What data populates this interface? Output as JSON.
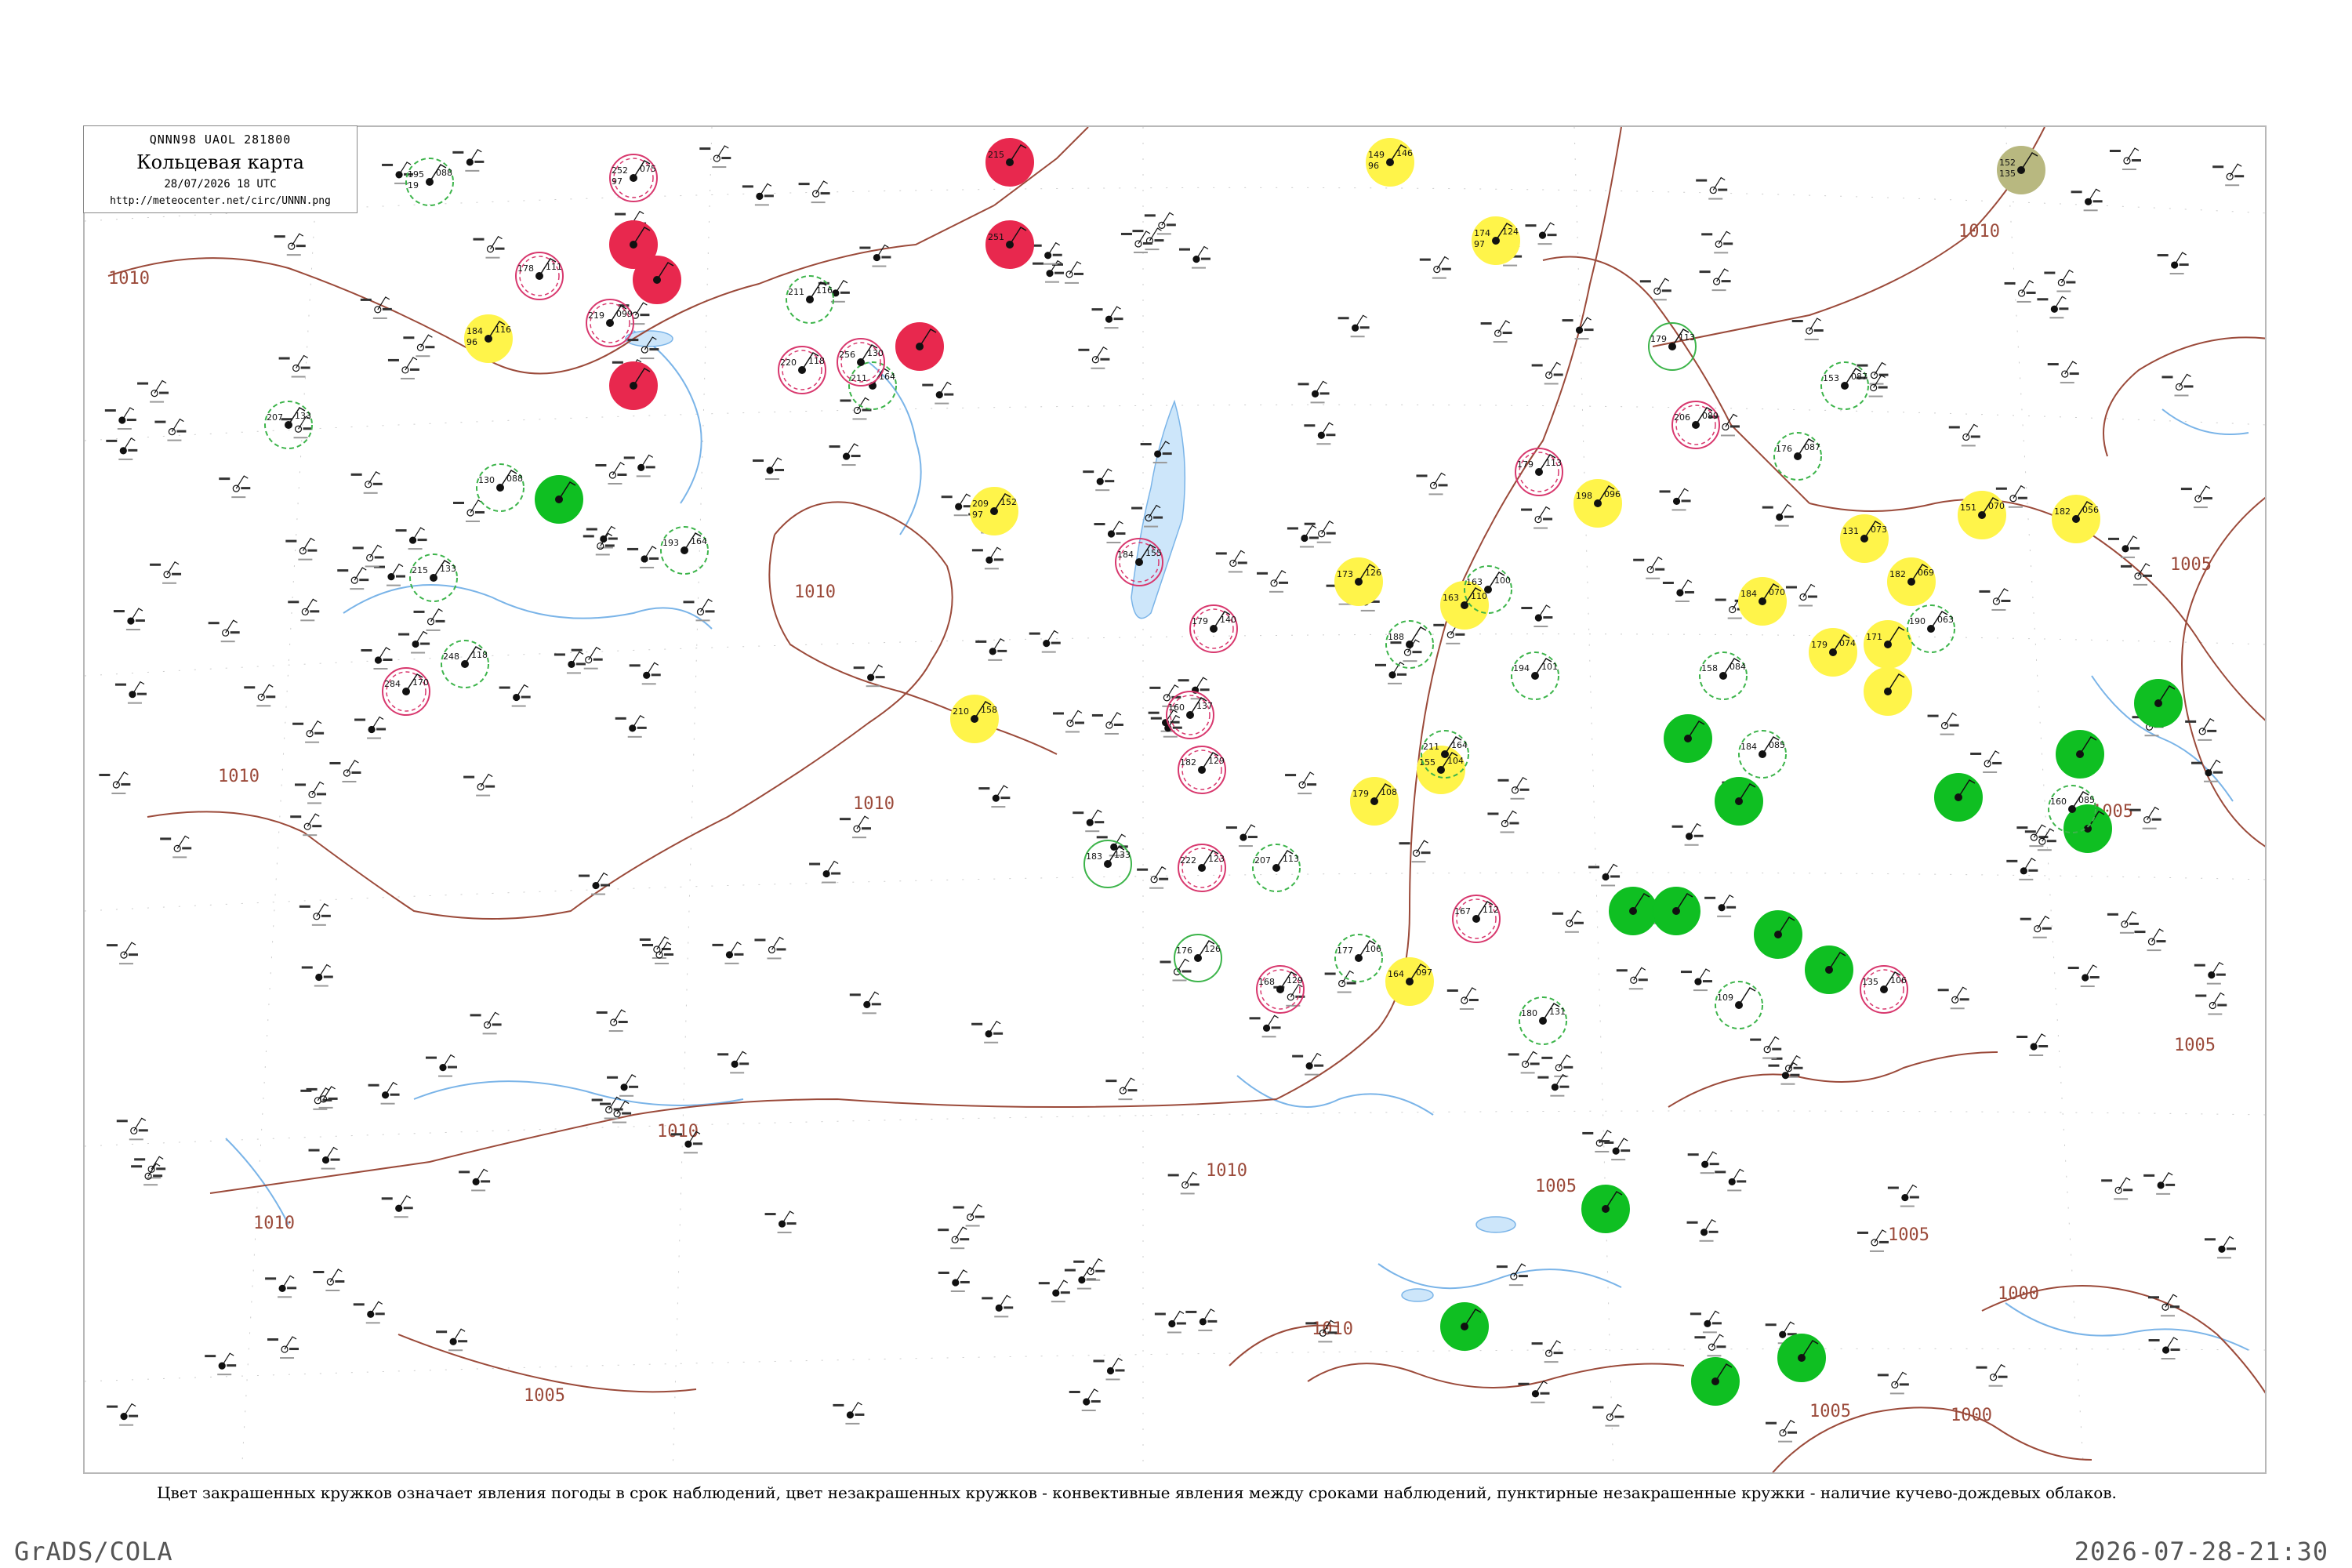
{
  "title_box": {
    "header": "QNNN98  UAOL  281800",
    "title": "Кольцевая карта",
    "date": "28/07/2026 18 UTC",
    "url": "http://meteocenter.net/circ/UNNN.png"
  },
  "caption": "Цвет закрашенных кружков означает явления погоды в срок наблюдений, цвет незакрашенных кружков - конвективные явления между сроками наблюдений, пунктирные незакрашенные кружки - наличие кучево-дождевых облаков.",
  "footer": {
    "left": "GrADS/COLA",
    "right": "2026-07-28-21:30"
  },
  "colors": {
    "isobar": "#9b4a3a",
    "river": "#7ab4e8",
    "filled_red": "#e8284e",
    "filled_green": "#0fbf22",
    "filled_yellow": "#fff44a",
    "filled_olive": "#b8b880",
    "ring_red": "#d8386e",
    "ring_green": "#3cb44a"
  },
  "isobar_labels": [
    {
      "text": "1010",
      "id": "iso-nw"
    },
    {
      "text": "1010",
      "id": "iso-w"
    },
    {
      "text": "1010",
      "id": "iso-c1"
    },
    {
      "text": "1010",
      "id": "iso-c2"
    },
    {
      "text": "1010",
      "id": "iso-s1"
    },
    {
      "text": "1010",
      "id": "iso-s2"
    },
    {
      "text": "1010",
      "id": "iso-s3"
    },
    {
      "text": "1010",
      "id": "iso-se"
    },
    {
      "text": "1010",
      "id": "iso-ne"
    },
    {
      "text": "1005",
      "id": "iso-sw"
    },
    {
      "text": "1005",
      "id": "iso-e1"
    },
    {
      "text": "1005",
      "id": "iso-e2"
    },
    {
      "text": "1005",
      "id": "iso-e3"
    },
    {
      "text": "1005",
      "id": "iso-e4"
    },
    {
      "text": "1005",
      "id": "iso-e5"
    },
    {
      "text": "1005",
      "id": "iso-s4"
    },
    {
      "text": "1000",
      "id": "iso-se2"
    },
    {
      "text": "1000",
      "id": "iso-se3"
    }
  ],
  "stations": [
    {
      "id": "st1",
      "p": "195",
      "t": "19",
      "ptend": "088",
      "style": "ring-green-dash"
    },
    {
      "id": "st2",
      "p": "252",
      "t": "97",
      "ptend": "075",
      "style": "ring-red"
    },
    {
      "id": "st3",
      "p": "215",
      "t": "",
      "ptend": "",
      "style": "filled-red"
    },
    {
      "id": "st4",
      "p": "251",
      "t": "",
      "ptend": "",
      "style": "filled-red"
    },
    {
      "id": "st5",
      "p": "",
      "t": "",
      "ptend": "",
      "style": "filled-red"
    },
    {
      "id": "st6",
      "p": "",
      "t": "",
      "ptend": "",
      "style": "filled-red"
    },
    {
      "id": "st7",
      "p": "",
      "t": "",
      "ptend": "",
      "style": "filled-red"
    },
    {
      "id": "st8",
      "p": "",
      "t": "",
      "ptend": "",
      "style": "filled-red"
    },
    {
      "id": "st9",
      "p": "184",
      "t": "96",
      "ptend": "116",
      "style": "filled-yellow"
    },
    {
      "id": "st10",
      "p": "149",
      "t": "96",
      "ptend": "146",
      "style": "filled-yellow"
    },
    {
      "id": "st11",
      "p": "174",
      "t": "97",
      "ptend": "124",
      "style": "filled-yellow"
    },
    {
      "id": "st12",
      "p": "152",
      "t": "135",
      "ptend": "",
      "style": "filled-olive"
    },
    {
      "id": "st13",
      "p": "209",
      "t": "97",
      "ptend": "152",
      "style": "filled-yellow"
    },
    {
      "id": "st14",
      "p": "",
      "t": "",
      "ptend": "",
      "style": "filled-green"
    },
    {
      "id": "st15",
      "p": "",
      "t": "",
      "ptend": "",
      "style": "filled-green"
    },
    {
      "id": "st16",
      "p": "",
      "t": "",
      "ptend": "",
      "style": "filled-green"
    },
    {
      "id": "st17",
      "p": "",
      "t": "",
      "ptend": "",
      "style": "filled-green"
    },
    {
      "id": "st18",
      "p": "",
      "t": "",
      "ptend": "",
      "style": "filled-green"
    },
    {
      "id": "st19",
      "p": "",
      "t": "",
      "ptend": "",
      "style": "filled-green"
    },
    {
      "id": "st20",
      "p": "",
      "t": "",
      "ptend": "",
      "style": "filled-green"
    },
    {
      "id": "st21",
      "p": "",
      "t": "",
      "ptend": "",
      "style": "filled-green"
    },
    {
      "id": "st22",
      "p": "",
      "t": "",
      "ptend": "",
      "style": "filled-green"
    },
    {
      "id": "st23",
      "p": "",
      "t": "",
      "ptend": "",
      "style": "filled-green"
    },
    {
      "id": "st24",
      "p": "",
      "t": "",
      "ptend": "",
      "style": "filled-green"
    },
    {
      "id": "st25",
      "p": "",
      "t": "",
      "ptend": "",
      "style": "filled-green"
    },
    {
      "id": "st26",
      "p": "",
      "t": "",
      "ptend": "",
      "style": "filled-green"
    },
    {
      "id": "st27",
      "p": "",
      "t": "",
      "ptend": "",
      "style": "filled-green"
    },
    {
      "id": "st28",
      "p": "",
      "t": "",
      "ptend": "",
      "style": "filled-green"
    },
    {
      "id": "st29",
      "p": "182",
      "t": "",
      "ptend": "056",
      "style": "filled-yellow"
    },
    {
      "id": "st30",
      "p": "151",
      "t": "",
      "ptend": "070",
      "style": "filled-yellow"
    },
    {
      "id": "st31",
      "p": "131",
      "t": "",
      "ptend": "073",
      "style": "filled-yellow"
    },
    {
      "id": "st32",
      "p": "182",
      "t": "",
      "ptend": "069",
      "style": "filled-yellow"
    },
    {
      "id": "st33",
      "p": "171",
      "t": "",
      "ptend": "",
      "style": "filled-yellow"
    },
    {
      "id": "st34",
      "p": "184",
      "t": "",
      "ptend": "070",
      "style": "filled-yellow"
    },
    {
      "id": "st35",
      "p": "179",
      "t": "",
      "ptend": "074",
      "style": "filled-yellow"
    },
    {
      "id": "st36",
      "p": "198",
      "t": "",
      "ptend": "096",
      "style": "filled-yellow"
    },
    {
      "id": "st37",
      "p": "179",
      "t": "",
      "ptend": "108",
      "style": "filled-yellow"
    },
    {
      "id": "st38",
      "p": "164",
      "t": "",
      "ptend": "097",
      "style": "filled-yellow"
    },
    {
      "id": "st39",
      "p": "210",
      "t": "",
      "ptend": "158",
      "style": "filled-yellow"
    },
    {
      "id": "st40",
      "p": "173",
      "t": "",
      "ptend": "126",
      "style": "filled-yellow"
    },
    {
      "id": "st41",
      "p": "163",
      "t": "",
      "ptend": "110",
      "style": "filled-yellow"
    },
    {
      "id": "st42",
      "p": "155",
      "t": "",
      "ptend": "104",
      "style": "filled-yellow"
    },
    {
      "id": "st43",
      "p": "",
      "t": "",
      "ptend": "",
      "style": "filled-yellow"
    },
    {
      "id": "st44",
      "p": "130",
      "t": "",
      "ptend": "088",
      "style": "ring-green-dash"
    },
    {
      "id": "st45",
      "p": "207",
      "t": "",
      "ptend": "133",
      "style": "ring-green-dash"
    },
    {
      "id": "st46",
      "p": "193",
      "t": "",
      "ptend": "164",
      "style": "ring-green-dash"
    },
    {
      "id": "st47",
      "p": "211",
      "t": "",
      "ptend": "116",
      "style": "ring-green-dash"
    },
    {
      "id": "st48",
      "p": "211",
      "t": "",
      "ptend": "164",
      "style": "ring-green-dash"
    },
    {
      "id": "st49",
      "p": "178",
      "t": "",
      "ptend": "111",
      "style": "ring-red"
    },
    {
      "id": "st50",
      "p": "219",
      "t": "",
      "ptend": "099",
      "style": "ring-red"
    },
    {
      "id": "st51",
      "p": "220",
      "t": "",
      "ptend": "118",
      "style": "ring-red"
    },
    {
      "id": "st52",
      "p": "256",
      "t": "",
      "ptend": "130",
      "style": "ring-red"
    },
    {
      "id": "st53",
      "p": "184",
      "t": "",
      "ptend": "155",
      "style": "ring-red"
    },
    {
      "id": "st54",
      "p": "179",
      "t": "",
      "ptend": "140",
      "style": "ring-red"
    },
    {
      "id": "st55",
      "p": "160",
      "t": "",
      "ptend": "137",
      "style": "ring-red"
    },
    {
      "id": "st56",
      "p": "182",
      "t": "",
      "ptend": "129",
      "style": "ring-red"
    },
    {
      "id": "st57",
      "p": "222",
      "t": "",
      "ptend": "123",
      "style": "ring-red"
    },
    {
      "id": "st58",
      "p": "168",
      "t": "",
      "ptend": "129",
      "style": "ring-red"
    },
    {
      "id": "st59",
      "p": "206",
      "t": "",
      "ptend": "089",
      "style": "ring-red"
    },
    {
      "id": "st60",
      "p": "167",
      "t": "",
      "ptend": "112",
      "style": "ring-red"
    },
    {
      "id": "st61",
      "p": "135",
      "t": "",
      "ptend": "106",
      "style": "ring-red"
    },
    {
      "id": "st62",
      "p": "179",
      "t": "",
      "ptend": "113",
      "style": "ring-red"
    },
    {
      "id": "st63",
      "p": "284",
      "t": "",
      "ptend": "170",
      "style": "ring-red"
    },
    {
      "id": "st64",
      "p": "188",
      "t": "",
      "ptend": "",
      "style": "ring-green-dash"
    },
    {
      "id": "st65",
      "p": "183",
      "t": "",
      "ptend": "133",
      "style": "ring-green"
    },
    {
      "id": "st66",
      "p": "207",
      "t": "",
      "ptend": "113",
      "style": "ring-green-dash"
    },
    {
      "id": "st67",
      "p": "176",
      "t": "",
      "ptend": "126",
      "style": "ring-green"
    },
    {
      "id": "st68",
      "p": "177",
      "t": "",
      "ptend": "106",
      "style": "ring-green-dash"
    },
    {
      "id": "st69",
      "p": "109",
      "t": "",
      "ptend": "",
      "style": "ring-green-dash"
    },
    {
      "id": "st70",
      "p": "160",
      "t": "",
      "ptend": "085",
      "style": "ring-green-dash"
    },
    {
      "id": "st71",
      "p": "176",
      "t": "",
      "ptend": "087",
      "style": "ring-green-dash"
    },
    {
      "id": "st72",
      "p": "179",
      "t": "",
      "ptend": "113",
      "style": "ring-green"
    },
    {
      "id": "st73",
      "p": "194",
      "t": "",
      "ptend": "101",
      "style": "ring-green-dash"
    },
    {
      "id": "st74",
      "p": "153",
      "t": "",
      "ptend": "087",
      "style": "ring-green-dash"
    },
    {
      "id": "st75",
      "p": "215",
      "t": "",
      "ptend": "133",
      "style": "ring-green-dash"
    },
    {
      "id": "st76",
      "p": "211",
      "t": "",
      "ptend": "164",
      "style": "ring-green-dash"
    },
    {
      "id": "st77",
      "p": "248",
      "t": "",
      "ptend": "118",
      "style": "ring-green-dash"
    },
    {
      "id": "st78",
      "p": "190",
      "t": "",
      "ptend": "063",
      "style": "ring-green-dash"
    },
    {
      "id": "st79",
      "p": "180",
      "t": "",
      "ptend": "131",
      "style": "ring-green-dash"
    },
    {
      "id": "st80",
      "p": "163",
      "t": "",
      "ptend": "100",
      "style": "ring-green-dash"
    },
    {
      "id": "st81",
      "p": "158",
      "t": "",
      "ptend": "084",
      "style": "ring-green-dash"
    },
    {
      "id": "st82",
      "p": "184",
      "t": "",
      "ptend": "085",
      "style": "ring-green-dash"
    }
  ]
}
